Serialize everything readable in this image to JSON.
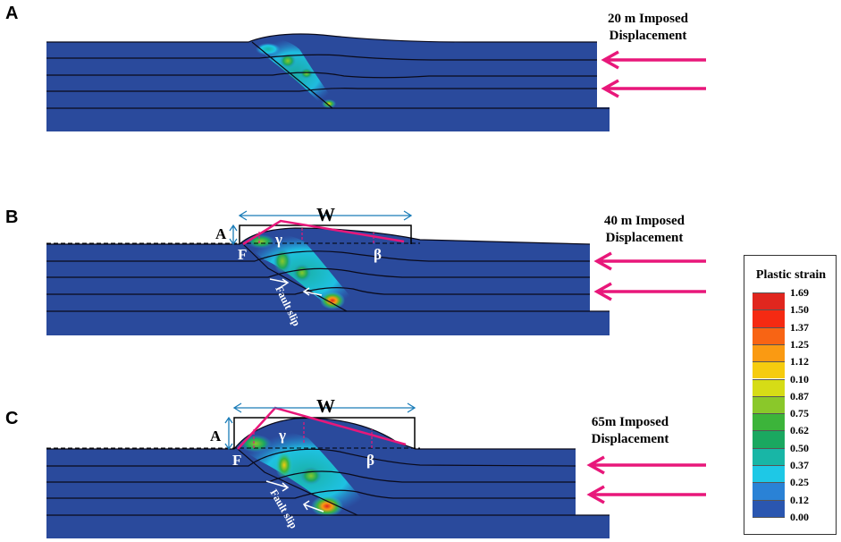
{
  "panels": [
    {
      "label": "A",
      "displacement": "20 m Imposed Displacement",
      "disp_line1": "20 m Imposed",
      "disp_line2": "Displacement"
    },
    {
      "label": "B",
      "displacement": "40 m Imposed Displacement",
      "disp_line1": "40 m Imposed",
      "disp_line2": "Displacement"
    },
    {
      "label": "C",
      "displacement": "65m Imposed Displacement",
      "disp_line1": "65m Imposed",
      "disp_line2": "Displacement"
    }
  ],
  "annotations": {
    "width": "W",
    "amplitude": "A",
    "fault": "F",
    "gamma": "γ",
    "beta": "β",
    "fault_slip": "Fault slip"
  },
  "legend": {
    "title": "Plastic strain",
    "values": [
      "1.69",
      "1.50",
      "1.37",
      "1.25",
      "1.12",
      "0.10",
      "0.87",
      "0.75",
      "0.62",
      "0.50",
      "0.37",
      "0.25",
      "0.12",
      "0.00"
    ],
    "colors": [
      "#e0261e",
      "#f52a12",
      "#f86414",
      "#fa9a12",
      "#f6cc0e",
      "#d6dc16",
      "#8ac82a",
      "#3cb43a",
      "#1aa860",
      "#18b6a6",
      "#1ec8e6",
      "#2a82d6",
      "#2a56b0",
      "#23408f"
    ]
  },
  "colors": {
    "model_blue": "#2a4a9c",
    "arrow_magenta": "#e8177a",
    "measure_blue": "#1a7cb8",
    "layer_line": "#0a0a1a"
  }
}
